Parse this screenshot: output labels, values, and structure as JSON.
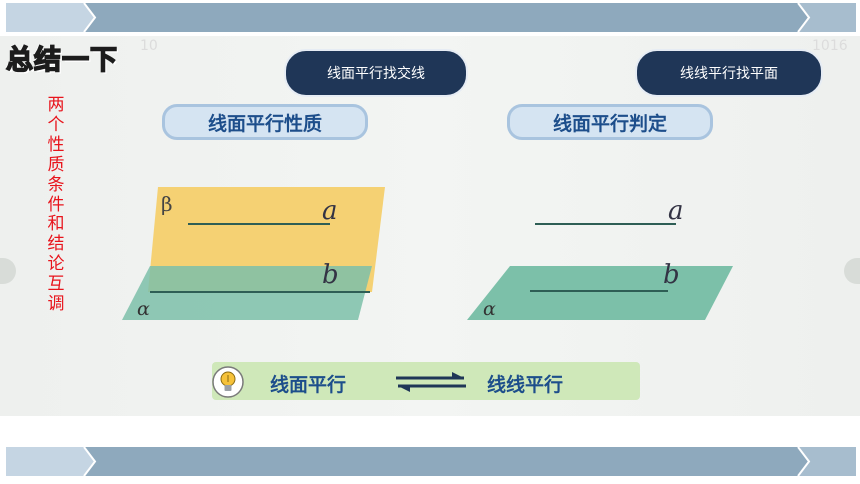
{
  "slide": {
    "summary_title": "总结一下",
    "side_note": "两个性质条件和结论互调",
    "faint_mark_left": "10",
    "faint_mark_right": "1016"
  },
  "callouts": {
    "left": "线面平行找交线",
    "right": "线线平行找平面"
  },
  "headings": {
    "left": "线面平行性质",
    "right": "线面平行判定"
  },
  "diagram_labels": {
    "beta": "β",
    "alpha_left": "α",
    "alpha_right": "α",
    "a_left": "a",
    "b_left": "b",
    "a_right": "a",
    "b_right": "b"
  },
  "summary_strip": {
    "left": "线面平行",
    "right": "线线平行"
  },
  "colors": {
    "band_dark": "#8ea9bd",
    "band_light": "#c5d5e3",
    "pill_bg": "#1f3657",
    "heading_bg": "#d5e4f2",
    "heading_text": "#1d4e8b",
    "plane_alpha": "#7cc0a9",
    "plane_beta": "#f4cf6c",
    "side_note": "#e8141c"
  }
}
